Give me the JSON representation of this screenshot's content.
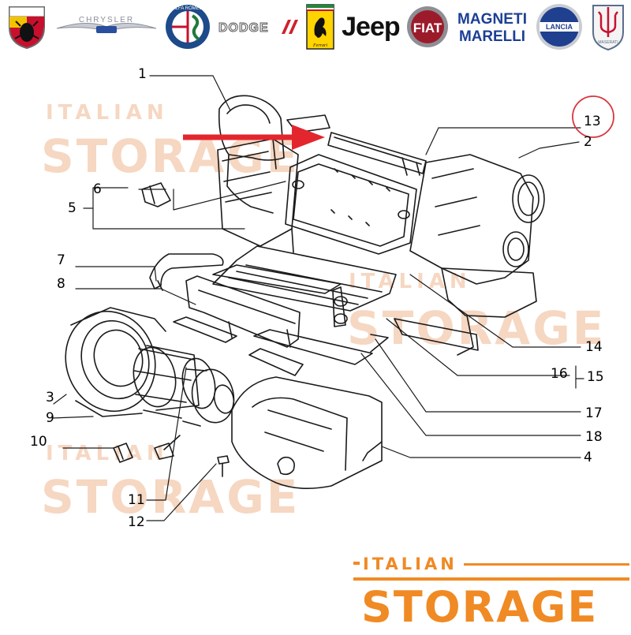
{
  "brands": [
    {
      "name": "abarth-logo",
      "label": "ABARTH"
    },
    {
      "name": "chrysler-logo",
      "label": "CHRYSLER"
    },
    {
      "name": "alfa-romeo-logo",
      "label": "ALFA ROMEO"
    },
    {
      "name": "dodge-logo",
      "label": "DODGE"
    },
    {
      "name": "ferrari-logo",
      "label": "Ferrari"
    },
    {
      "name": "jeep-logo",
      "label": "Jeep"
    },
    {
      "name": "fiat-logo",
      "label": "FIAT"
    },
    {
      "name": "magneti-marelli-logo",
      "label": "MAGNETI MARELLI"
    },
    {
      "name": "lancia-logo",
      "label": "LANCIA"
    },
    {
      "name": "maserati-logo",
      "label": "MASERATI"
    }
  ],
  "callouts": [
    "1",
    "2",
    "3",
    "4",
    "5",
    "6",
    "7",
    "8",
    "9",
    "10",
    "11",
    "12",
    "13",
    "14",
    "15",
    "16",
    "17",
    "18"
  ],
  "highlighted_callout": "13",
  "watermark": {
    "line1": "ITALIAN",
    "line2": "STORAGE"
  },
  "footer_logo": {
    "line1": "ITALIAN",
    "line2": "STORAGE"
  },
  "colors": {
    "arrow": "#e3262d",
    "highlight_circle": "#d9363e",
    "brand_orange": "#f08a24",
    "watermark": "#f6d7c2",
    "line_art": "#1a1a1a"
  }
}
